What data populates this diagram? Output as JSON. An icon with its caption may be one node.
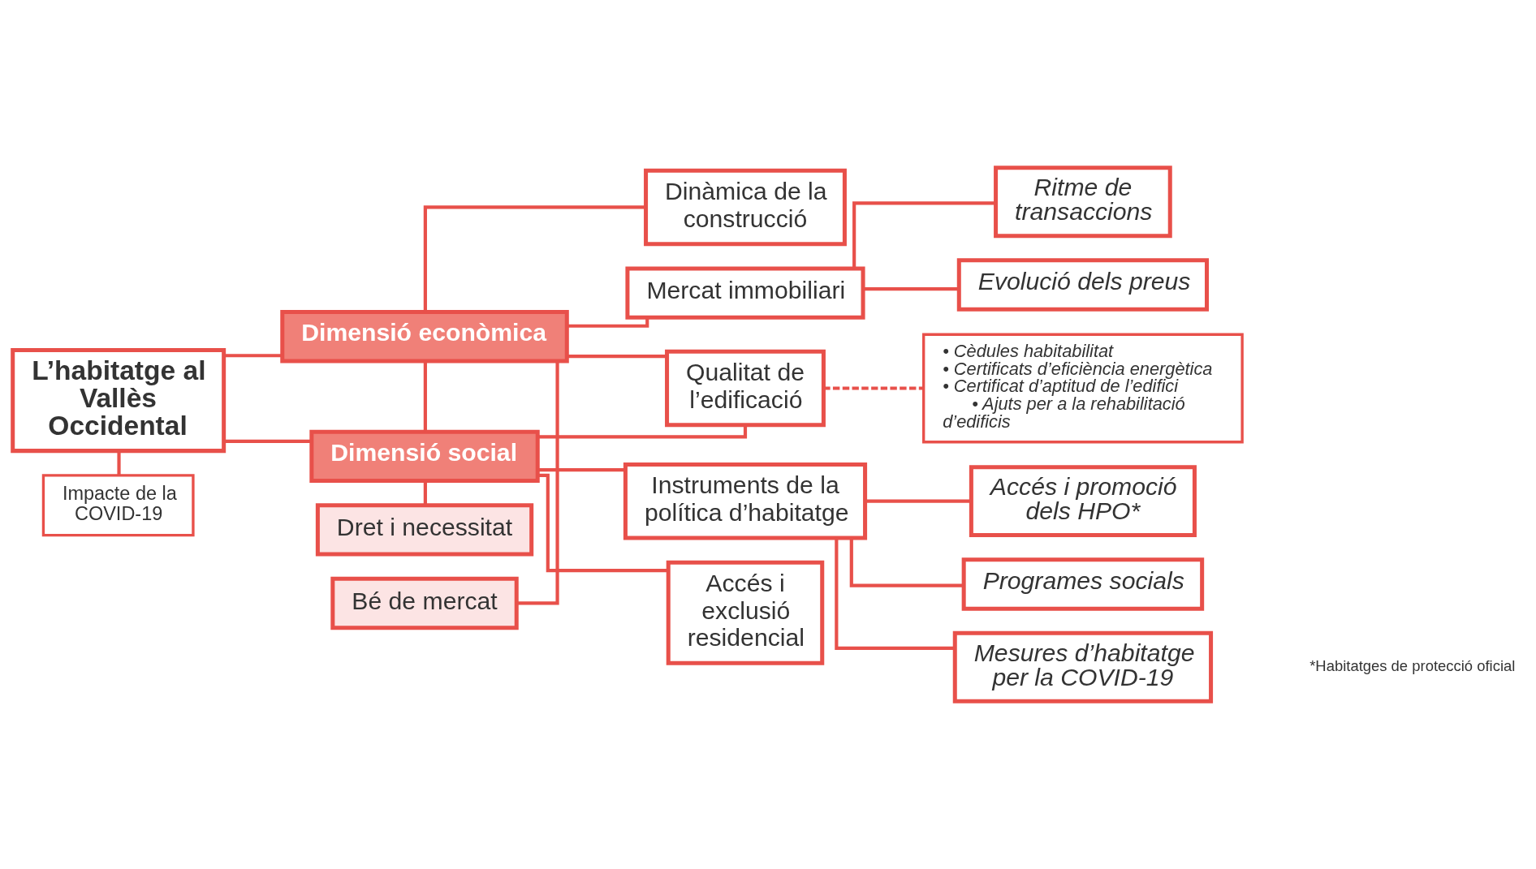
{
  "diagram": {
    "nodes": [
      {
        "text": [
          "L’habitatge al Vallès Occidental"
        ]
      },
      {
        "text": [
          "Impacte de la COVID-19"
        ]
      },
      {
        "text": [
          "Bé de mercat"
        ]
      },
      {
        "text": [
          "Dimensió econòmica"
        ]
      },
      {
        "text": [
          "Dimensió social"
        ]
      },
      {
        "text": [
          "Dret i necessitat"
        ]
      },
      {
        "text": [
          "Dinàmica de la construcció"
        ]
      },
      {
        "text": [
          "Mercat immobiliari"
        ]
      },
      {
        "text": [
          "Qualitat de l’edificació"
        ]
      },
      {
        "text": [
          "Instruments de la política d’habitatge"
        ]
      },
      {
        "text": [
          "Accés i exclusió residencial"
        ]
      },
      {
        "text": [
          "Ritme de transaccions"
        ]
      },
      {
        "text": [
          "Evolució dels preus"
        ]
      },
      {
        "text": [
          "Accés i promoció dels HPO*"
        ]
      },
      {
        "text": [
          "Programes socials"
        ]
      },
      {
        "text": [
          "Mesures d’habitatge per la COVID-19"
        ]
      },
      {
        "text": [
          "• Cèdules habitabilitat",
          "• Certificats d’eficiència energètica",
          "• Certificat d’aptitud de l’edifici",
          "• Ajuts per a la rehabilitació d’edificis"
        ]
      }
    ],
    "edges": [
      {
        "from": 1,
        "to": 0,
        "arrow": "none"
      },
      {
        "from": 0,
        "to": 3,
        "arrow": "none"
      },
      {
        "from": 0,
        "to": 4,
        "arrow": "none"
      },
      {
        "from": 2,
        "to": 3,
        "arrow": "none"
      },
      {
        "from": 3,
        "to": 4,
        "arrow": "none"
      },
      {
        "from": 3,
        "to": 8,
        "arrow": "none"
      },
      {
        "from": 4,
        "to": 8,
        "arrow": "none"
      },
      {
        "from": 4,
        "to": 5,
        "arrow": "none"
      },
      {
        "from": 3,
        "to": 6,
        "arrow": "none"
      },
      {
        "from": 3,
        "to": 7,
        "arrow": "none"
      },
      {
        "from": 7,
        "to": 11,
        "arrow": "none"
      },
      {
        "from": 7,
        "to": 12,
        "arrow": "none"
      },
      {
        "from": 4,
        "to": 9,
        "arrow": "none"
      },
      {
        "from": 4,
        "to": 10,
        "arrow": "none"
      },
      {
        "from": 9,
        "to": 13,
        "arrow": "none"
      },
      {
        "from": 9,
        "to": 14,
        "arrow": "none"
      },
      {
        "from": 9,
        "to": 15,
        "arrow": "none"
      },
      {
        "from": 8,
        "to": 16,
        "arrow": "none",
        "style": "dashed"
      }
    ],
    "labels": [
      "*Habitatges de protecció oficial"
    ]
  }
}
